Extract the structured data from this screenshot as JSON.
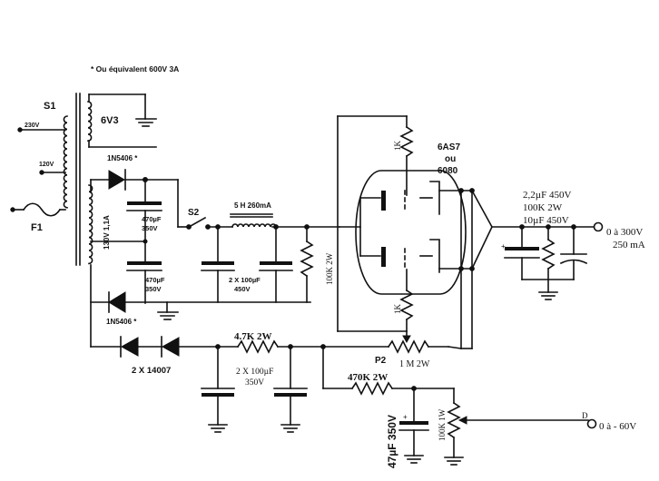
{
  "note": "* Ou équivalent 600V 3A",
  "transformer": {
    "name": "S1",
    "tap_230": "230V",
    "tap_120": "120V",
    "heater_winding": "6V3",
    "ht_winding": "130V 1,1A"
  },
  "fuse": "F1",
  "switch": "S2",
  "rectifier": {
    "top_diode": "1N5406 *",
    "bottom_diode": "1N5406 *"
  },
  "filter": {
    "cap_upper": "470µF 350V",
    "cap_lower": "470µF 350V",
    "choke": "5 H 260mA",
    "caps_pair": "2 X 100µF 450V",
    "bleeder": "100K 2W"
  },
  "tube": {
    "type": "6AS7",
    "or": "ou",
    "alt": "6080",
    "grid_res_top": "1K",
    "grid_res_bottom": "1K"
  },
  "output": {
    "cap": "2,2µF 450V",
    "res": "100K 2W",
    "cap2": "10µF 450V",
    "range": "0 à 300V",
    "current": "250 mA"
  },
  "bias": {
    "diodes": "2 X 14007",
    "res1": "4.7K 2W",
    "caps": "2 X 100µF 350V",
    "pot_name": "P2",
    "pot_value": "1 M 2W",
    "res2": "470K 2W",
    "cap_vertical": "47µF 350V",
    "pot2": "100K 1W",
    "terminal": "D",
    "range": "0 à - 60V"
  }
}
